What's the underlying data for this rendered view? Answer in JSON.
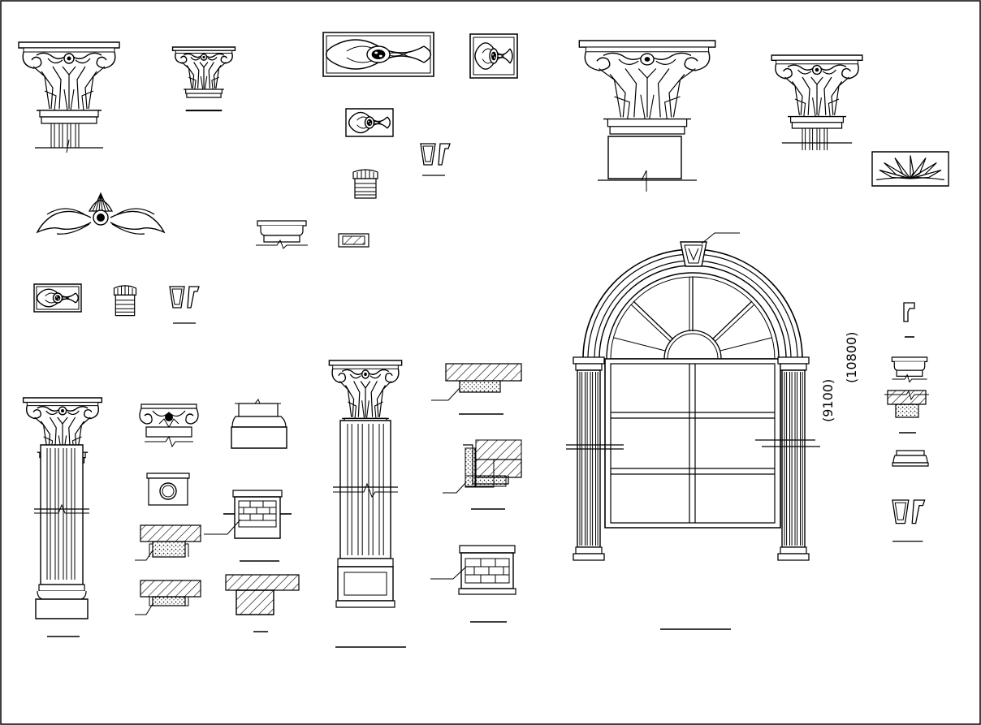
{
  "drawing": {
    "line_color": "#000000",
    "background": "#ffffff",
    "dimensions": [
      {
        "id": "dim-9100",
        "text": "(9100)"
      },
      {
        "id": "dim-10800",
        "text": "(10800)"
      }
    ]
  }
}
